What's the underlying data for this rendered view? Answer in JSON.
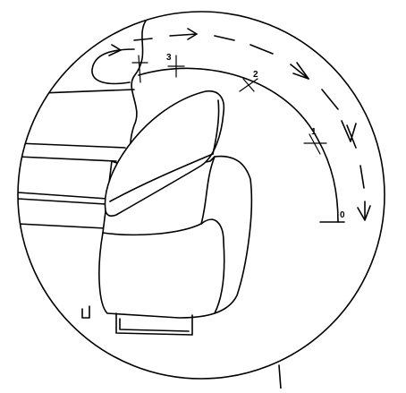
{
  "diagram": {
    "positions": [
      {
        "label": "0"
      },
      {
        "label": "1"
      },
      {
        "label": "2"
      },
      {
        "label": "3"
      }
    ],
    "motion_direction": "clockwise"
  }
}
